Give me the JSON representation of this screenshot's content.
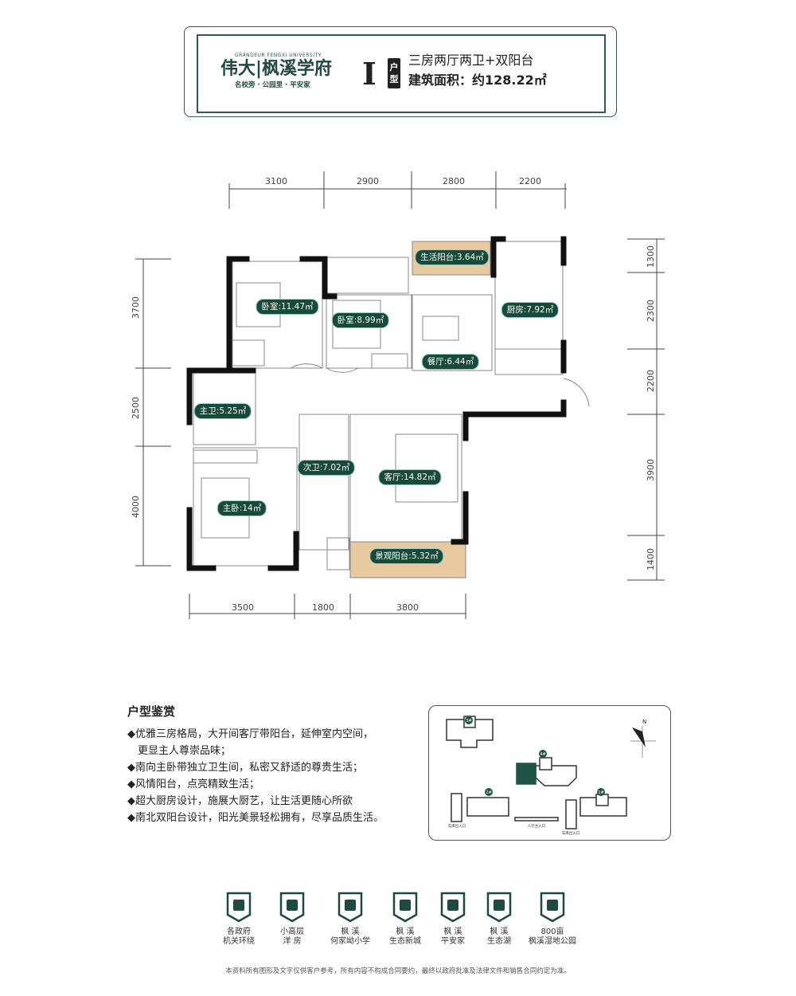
{
  "header": {
    "brand_en": "GRANDEUR FENGXI UNIVERSITY",
    "brand_cn": "伟大|枫溪学府",
    "brand_slogan": "名校旁 · 公园里 · 平安家",
    "unit_type": "I",
    "unit_tag": "户型",
    "layout_desc": "三房两厅两卫+双阳台",
    "area": "建筑面积：约128.22㎡"
  },
  "floorplan": {
    "dims_top": [
      "3100",
      "2900",
      "2800",
      "2200"
    ],
    "dims_bottom": [
      "3500",
      "1800",
      "3800"
    ],
    "dims_left": [
      "3700",
      "2500",
      "4000"
    ],
    "dims_right": [
      "1300",
      "2300",
      "2200",
      "3900",
      "1400"
    ],
    "rooms": [
      {
        "label": "生活阳台:3.64㎡"
      },
      {
        "label": "卧室:11.47㎡"
      },
      {
        "label": "卧室:8.99㎡"
      },
      {
        "label": "厨房:7.92㎡"
      },
      {
        "label": "餐厅:6.44㎡"
      },
      {
        "label": "主卫:5.25㎡"
      },
      {
        "label": "次卫:7.02㎡"
      },
      {
        "label": "客厅:14.82㎡"
      },
      {
        "label": "主卧:14㎡"
      },
      {
        "label": "景观阳台:5.32㎡"
      }
    ],
    "colors": {
      "wall": "#111111",
      "balcony": "#e9c9a0",
      "label_bg": "#184a3a"
    }
  },
  "features": {
    "title": "户型鉴赏",
    "items": [
      "◆优雅三房格局，大开间客厅带阳台，延伸室内空间，",
      "　更显主人尊崇品味；",
      "◆南向主卧带独立卫生间，私密又舒适的尊贵生活；",
      "◆风情阳台，点亮精致生活；",
      "◆超大厨房设计，施展大厨艺，让生活更随心所欲",
      "◆南北双阳台设计，阳光美景轻松拥有，尽享品质生活。"
    ]
  },
  "sitemap": {
    "buildings": [
      "3#",
      "4#",
      "2#",
      "1#"
    ],
    "north": "N",
    "entrances": [
      "车库出入口",
      "人行主入口",
      "车库出入口"
    ],
    "highlight_color": "#1f5547"
  },
  "amenities": [
    {
      "icon": "official-icon",
      "line1": "各政府",
      "line2": "机关环绕"
    },
    {
      "icon": "house-icon",
      "line1": "小高层",
      "line2": "洋 房"
    },
    {
      "icon": "book-icon",
      "line1": "枫 溪",
      "line2": "何家坳小学"
    },
    {
      "icon": "landscape-icon",
      "line1": "枫 溪",
      "line2": "生态新城"
    },
    {
      "icon": "graduation-cap-icon",
      "line1": "枫 溪",
      "line2": "平安家"
    },
    {
      "icon": "lake-tree-icon",
      "line1": "枫 溪",
      "line2": "生态湖"
    },
    {
      "icon": "tree-icon",
      "line1": "800亩",
      "line2": "枫溪湿地公园"
    }
  ],
  "disclaimer": "本资料所有图形及文字仅供客户参考，所有内容不构成合同要约，最终以政府批准及法律文件和销售合同约定为准。"
}
